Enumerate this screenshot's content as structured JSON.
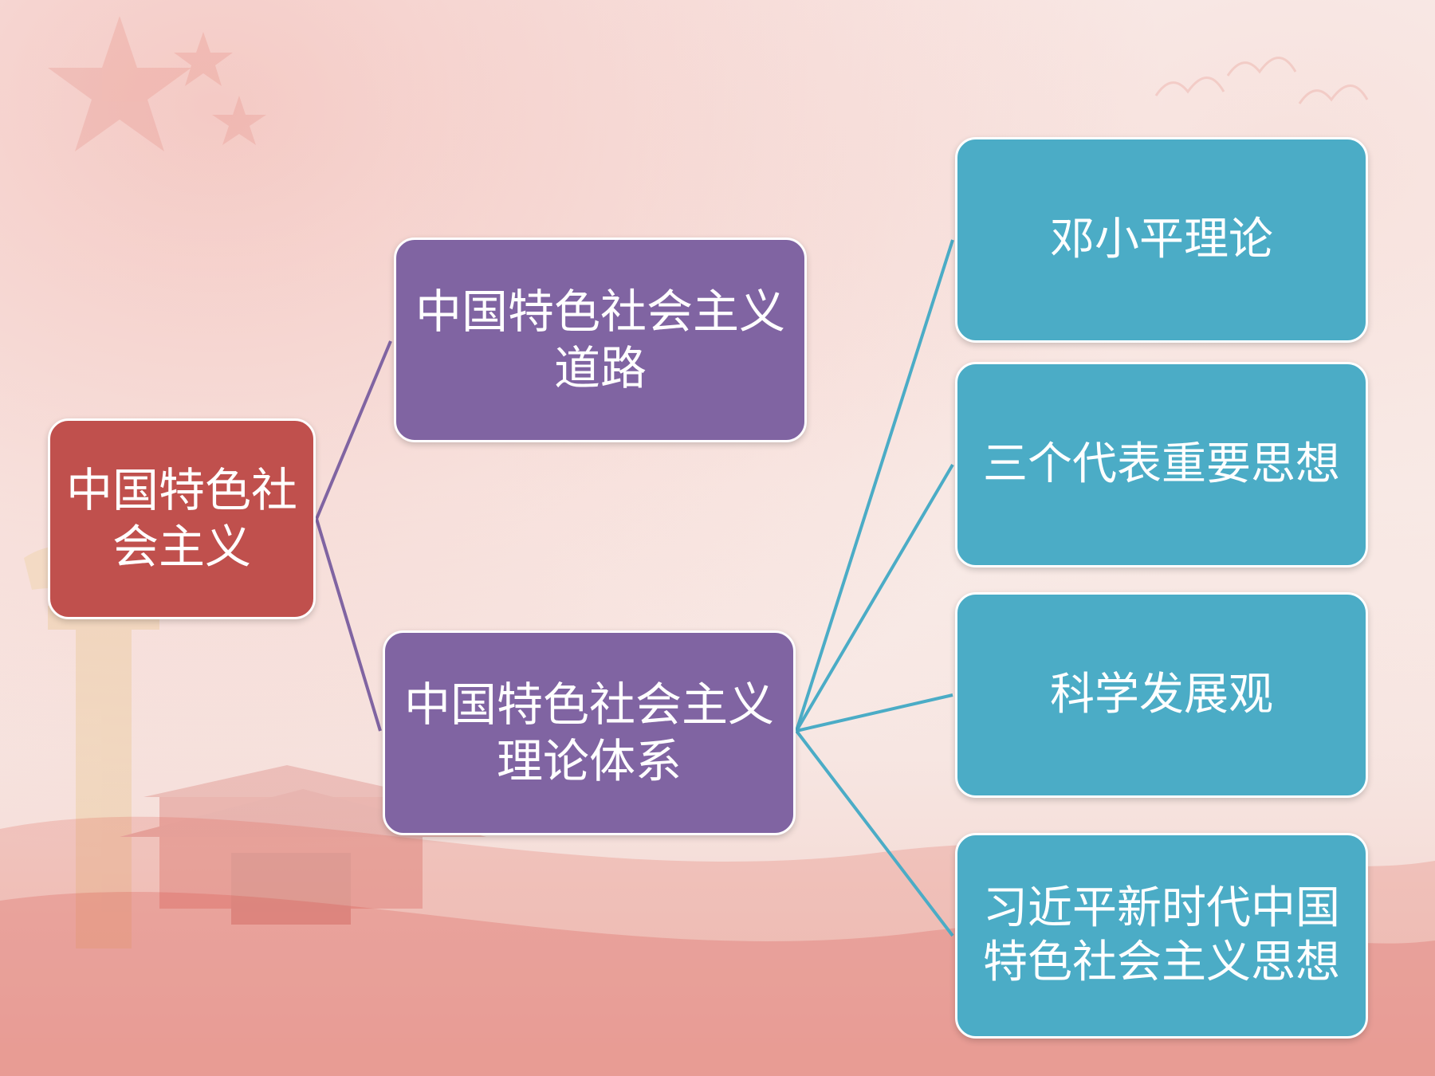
{
  "diagram": {
    "root": {
      "lines": [
        "中国特色社",
        "会主义"
      ]
    },
    "road": {
      "lines": [
        "中国特色社会主义",
        "道路"
      ]
    },
    "theory": {
      "lines": [
        "中国特色社会主义",
        "理论体系"
      ]
    },
    "leaves": [
      {
        "lines": [
          "邓小平理论"
        ]
      },
      {
        "lines": [
          "三个代表重要思想"
        ]
      },
      {
        "lines": [
          "科学发展观"
        ]
      },
      {
        "lines": [
          "习近平新时代中国",
          "特色社会主义思想"
        ]
      }
    ]
  },
  "colors": {
    "root": "#c0504d",
    "mid": "#8064a2",
    "leaf": "#4bacc6",
    "mid_connector": "#8064a2",
    "leaf_connector": "#4bacc6"
  }
}
